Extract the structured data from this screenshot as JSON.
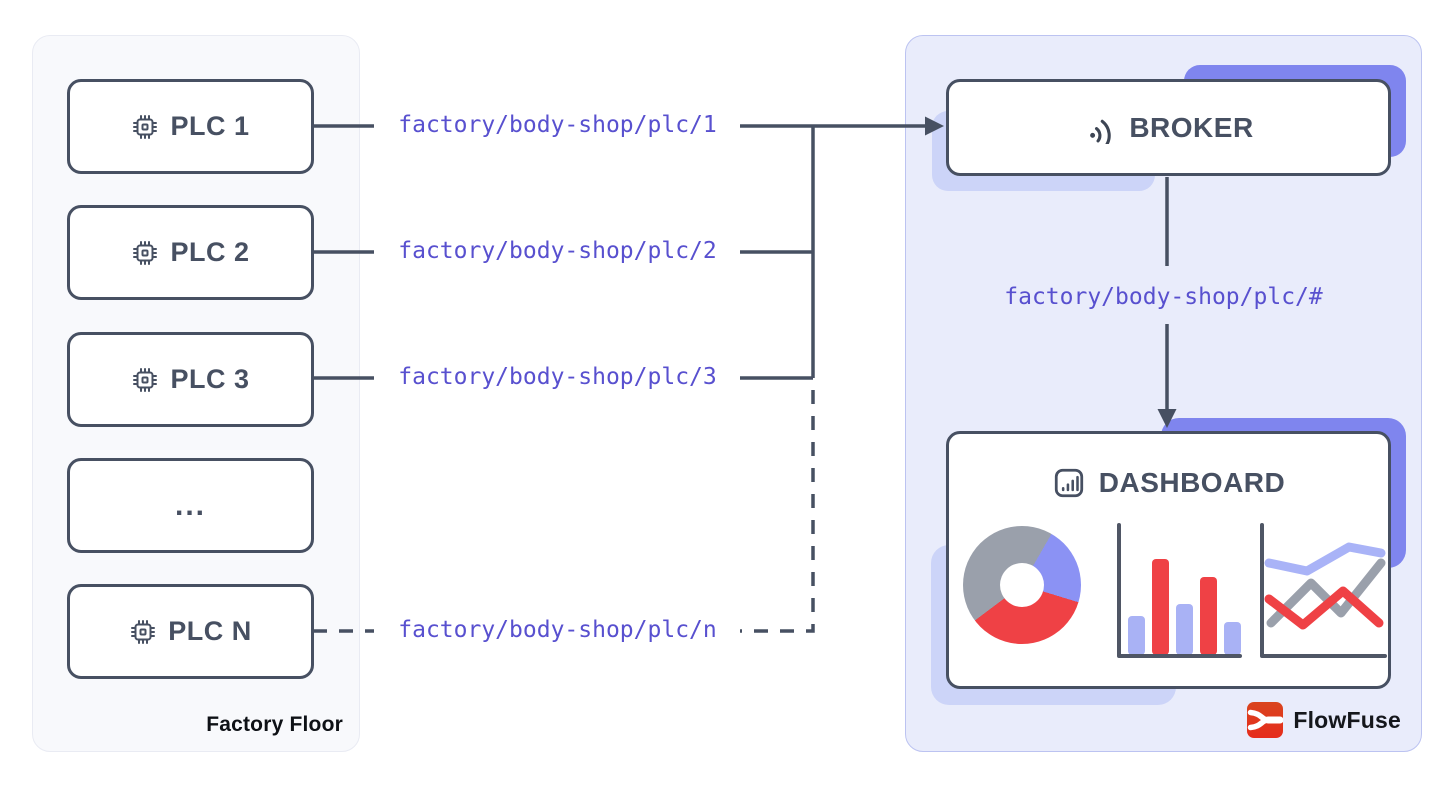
{
  "factory_floor": {
    "label": "Factory Floor",
    "devices": [
      {
        "label": "PLC 1",
        "icon": "cpu-icon"
      },
      {
        "label": "PLC 2",
        "icon": "cpu-icon"
      },
      {
        "label": "PLC 3",
        "icon": "cpu-icon"
      },
      {
        "label": "...",
        "icon": null
      },
      {
        "label": "PLC N",
        "icon": "cpu-icon"
      }
    ]
  },
  "topics": {
    "plc1": "factory/body-shop/plc/1",
    "plc2": "factory/body-shop/plc/2",
    "plc3": "factory/body-shop/plc/3",
    "plcn": "factory/body-shop/plc/n",
    "wildcard": "factory/body-shop/plc/#"
  },
  "broker": {
    "label": "BROKER",
    "icon": "rss-icon"
  },
  "dashboard": {
    "label": "DASHBOARD",
    "icon": "bar-chart-icon",
    "charts": {
      "donut": {
        "slices_deg": {
          "gray": 157,
          "blue": 77,
          "red": 126
        }
      },
      "bars": {
        "relative_heights": [
          0.29,
          0.72,
          0.38,
          0.58,
          0.24
        ],
        "bar_colors": [
          "blue",
          "red",
          "blue",
          "red",
          "blue"
        ]
      },
      "lines": {
        "series_colors": [
          "blue",
          "gray",
          "red"
        ]
      }
    }
  },
  "brand": {
    "label": "FlowFuse"
  },
  "colors": {
    "line": "#475062",
    "topic_text": "#5850cf",
    "left_panel_bg": "#f8f9fc",
    "right_panel_bg": "#e9ecfb",
    "right_panel_border": "#bcc3f1",
    "accent_purple": "#7f85ee",
    "accent_lavender": "#ccd4f8",
    "chart_red": "#ef4145",
    "chart_donut_blue": "#8b92f4",
    "chart_bar_blue": "#a9b2f5",
    "chart_gray": "#9aa0ab",
    "brand_red": "#e0381e"
  }
}
